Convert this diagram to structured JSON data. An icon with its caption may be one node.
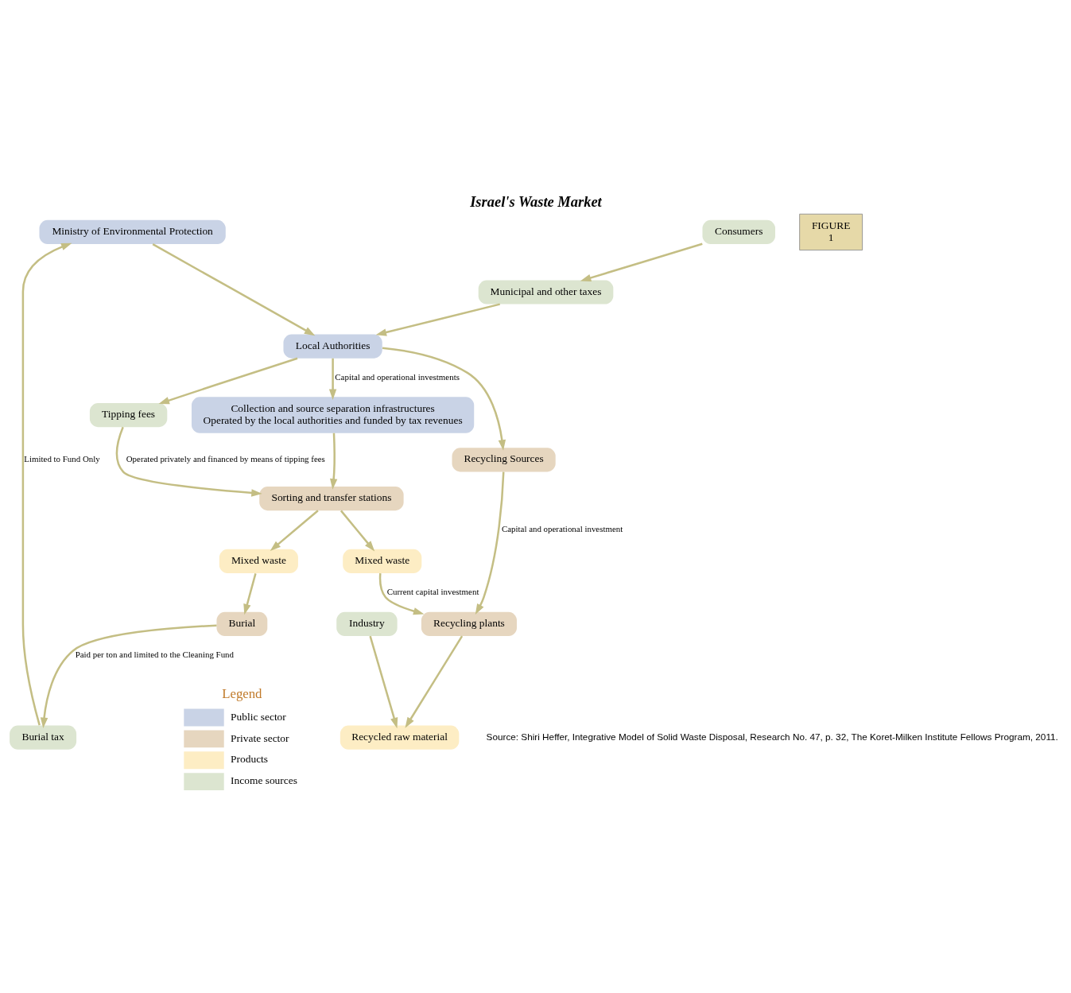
{
  "diagram": {
    "title": "Israel's Waste Market",
    "caption": "Source: Shiri Heffer, Integrative Model of Solid Waste Disposal, Research No. 47, p. 32, The Koret-Milken Institute Fellows Program, 2011.",
    "nodes": [
      {
        "text": [
          "Ministry of Environmental Protection"
        ]
      },
      {
        "text": [
          "Municipal and other taxes"
        ]
      },
      {
        "text": [
          "Local Authorities"
        ]
      },
      {
        "text": [
          "Recycling Sources"
        ]
      },
      {
        "text": [
          "Collection and source separation infrastructures",
          "Operated by the local authorities and funded by tax revenues"
        ]
      },
      {
        "text": [
          "Tipping fees"
        ]
      },
      {
        "text": [
          "Sorting and transfer stations"
        ]
      },
      {
        "text": [
          "Mixed waste"
        ]
      },
      {
        "text": [
          "Mixed waste"
        ]
      },
      {
        "text": [
          "Burial tax"
        ]
      },
      {
        "text": [
          "Recycling plants"
        ]
      },
      {
        "text": [
          "Burial"
        ]
      },
      {
        "text": [
          "Recycled raw material"
        ]
      },
      {
        "text": [
          "Consumers"
        ]
      },
      {
        "text": [
          "Industry"
        ]
      }
    ],
    "edges": [
      {
        "from": 0,
        "to": 2,
        "arrow": "to"
      },
      {
        "from": 1,
        "to": 2,
        "arrow": "to"
      },
      {
        "from": 2,
        "to": 3,
        "arrow": "to"
      },
      {
        "from": 2,
        "to": 4,
        "arrow": "to",
        "label": "Capital and operational investments"
      },
      {
        "from": 2,
        "to": 5,
        "arrow": "to"
      },
      {
        "from": 9,
        "to": 0,
        "arrow": "to",
        "label": "Limited to Fund Only"
      },
      {
        "from": 5,
        "to": 6,
        "arrow": "to",
        "label": "Operated privately and financed by means of tipping fees"
      },
      {
        "from": 4,
        "to": 6,
        "arrow": "to"
      },
      {
        "from": 3,
        "to": 10,
        "arrow": "to",
        "label": "Capital and operational investment"
      },
      {
        "from": 6,
        "to": 7,
        "arrow": "to"
      },
      {
        "from": 6,
        "to": 8,
        "arrow": "to"
      },
      {
        "from": 7,
        "to": 10,
        "arrow": "to",
        "label": "Current capital investment"
      },
      {
        "from": 8,
        "to": 11,
        "arrow": "to"
      },
      {
        "from": 11,
        "to": 9,
        "arrow": "to",
        "label": "Paid per ton and limited to the Cleaning Fund"
      },
      {
        "from": 10,
        "to": 12,
        "arrow": "to"
      },
      {
        "from": 14,
        "to": 12,
        "arrow": "to"
      },
      {
        "from": 13,
        "to": 1,
        "arrow": "to"
      }
    ],
    "labels": [
      "FIGURE",
      "1",
      "Legend"
    ],
    "legend": [
      {
        "text": "Public sector",
        "color": "#c9d3e6"
      },
      {
        "text": "Private sector",
        "color": "#e6d6bf"
      },
      {
        "text": "Products",
        "color": "#fdedc4"
      },
      {
        "text": "Income sources",
        "color": "#dce5d0"
      }
    ]
  }
}
